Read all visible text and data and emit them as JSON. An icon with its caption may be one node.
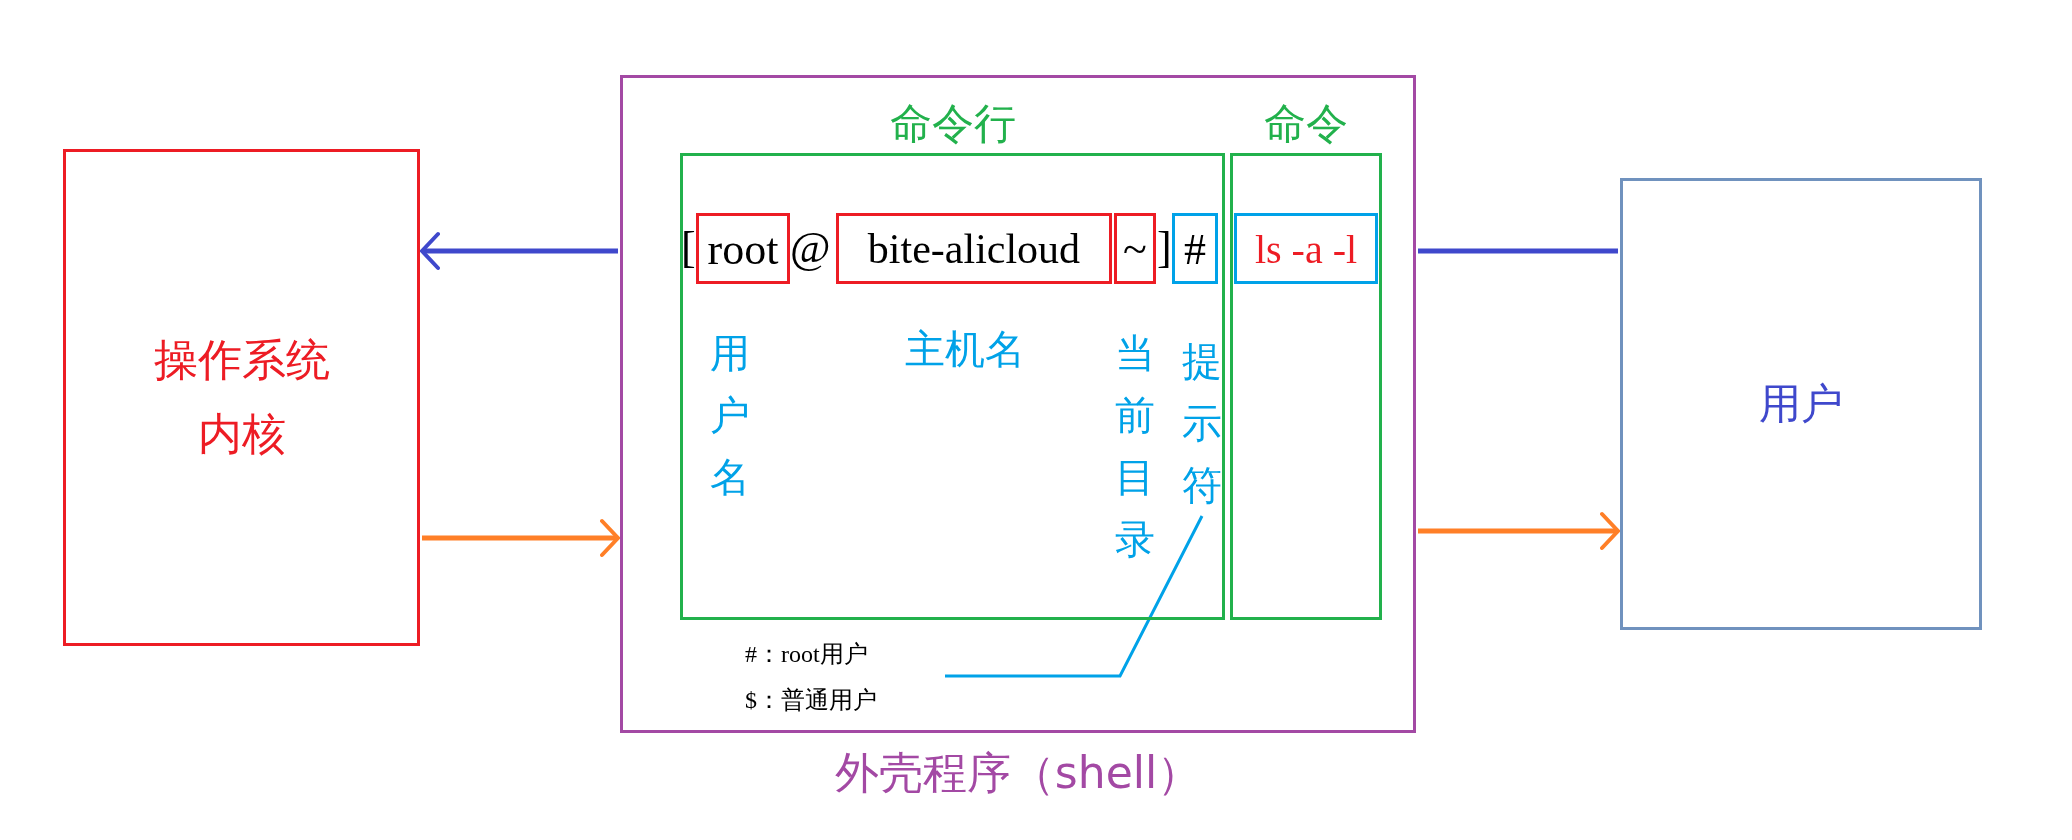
{
  "diagram": {
    "nodes": [
      {
        "text": [
          "操作系统内核"
        ]
      },
      {
        "text": [
          "外壳程序（shell）"
        ]
      },
      {
        "text": [
          "命令行"
        ],
        "in": 1
      },
      {
        "text": [
          "命令"
        ],
        "in": 1
      },
      {
        "text": [
          "root"
        ],
        "in": 2
      },
      {
        "text": [
          "bite-alicloud"
        ],
        "in": 2
      },
      {
        "text": [
          "~"
        ],
        "in": 2
      },
      {
        "text": [
          "#"
        ],
        "in": 2
      },
      {
        "text": [
          "ls -a -l"
        ],
        "in": 3
      },
      {
        "text": [
          "用户"
        ]
      },
      {
        "text": [
          "提示符"
        ],
        "in": 2
      },
      {
        "text": [
          "#：root用户",
          "$：普通用户"
        ],
        "in": 1
      }
    ],
    "edges": [
      {
        "from": 1,
        "to": 0,
        "arrow": "to",
        "color": "#3f48cc"
      },
      {
        "from": 0,
        "to": 1,
        "arrow": "to",
        "color": "#ff7f27"
      },
      {
        "from": 9,
        "to": 1,
        "arrow": "none",
        "color": "#3f48cc"
      },
      {
        "from": 1,
        "to": 9,
        "arrow": "to",
        "color": "#ff7f27"
      },
      {
        "from": 10,
        "to": 11,
        "arrow": "none",
        "color": "#00a2e8"
      }
    ],
    "labels": [
      "[",
      "@",
      "]",
      "用户名",
      "主机名",
      "当前目录"
    ]
  }
}
